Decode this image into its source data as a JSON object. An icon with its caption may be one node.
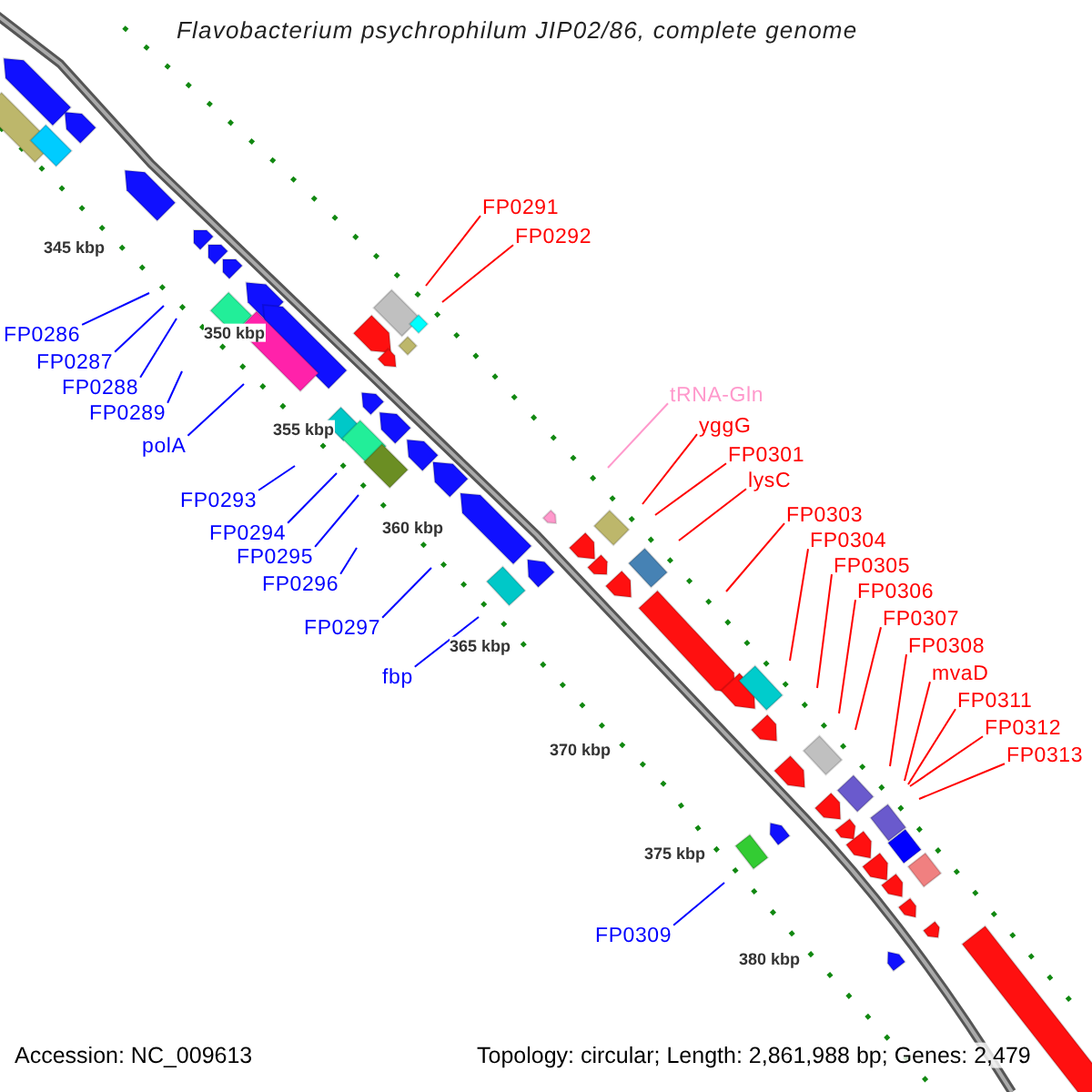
{
  "diagram": {
    "title": "Flavobacterium psychrophilum JIP02/86, complete genome",
    "nodes": [
      {
        "text": [
          "FP0291"
        ]
      },
      {
        "text": [
          "FP0292"
        ]
      },
      {
        "text": [
          "FP0286"
        ]
      },
      {
        "text": [
          "FP0287"
        ]
      },
      {
        "text": [
          "FP0288"
        ]
      },
      {
        "text": [
          "tRNA-Gln"
        ]
      },
      {
        "text": [
          "FP0289"
        ]
      },
      {
        "text": [
          "yggG"
        ]
      },
      {
        "text": [
          "polA"
        ]
      },
      {
        "text": [
          "FP0301"
        ]
      },
      {
        "text": [
          "lysC"
        ]
      },
      {
        "text": [
          "FP0303"
        ]
      },
      {
        "text": [
          "FP0293"
        ]
      },
      {
        "text": [
          "FP0294"
        ]
      },
      {
        "text": [
          "FP0304"
        ]
      },
      {
        "text": [
          "FP0295"
        ]
      },
      {
        "text": [
          "FP0305"
        ]
      },
      {
        "text": [
          "FP0296"
        ]
      },
      {
        "text": [
          "FP0306"
        ]
      },
      {
        "text": [
          "FP0307"
        ]
      },
      {
        "text": [
          "FP0297"
        ]
      },
      {
        "text": [
          "FP0308"
        ]
      },
      {
        "text": [
          "mvaD"
        ]
      },
      {
        "text": [
          "fbp"
        ]
      },
      {
        "text": [
          "FP0311"
        ]
      },
      {
        "text": [
          "FP0312"
        ]
      },
      {
        "text": [
          "FP0313"
        ]
      },
      {
        "text": [
          "FP0309"
        ]
      }
    ],
    "edges": [
      {
        "from": 0,
        "to": null,
        "arrow": "none"
      },
      {
        "from": 1,
        "to": null,
        "arrow": "none"
      },
      {
        "from": 2,
        "to": null,
        "arrow": "none",
        "color": "#0000ff"
      },
      {
        "from": 3,
        "to": null,
        "arrow": "none",
        "color": "#0000ff"
      },
      {
        "from": 4,
        "to": null,
        "arrow": "none",
        "color": "#0000ff"
      },
      {
        "from": 5,
        "to": null,
        "arrow": "none",
        "color": "#ff99cc"
      },
      {
        "from": 6,
        "to": null,
        "arrow": "none",
        "color": "#0000ff"
      },
      {
        "from": 7,
        "to": null,
        "arrow": "none"
      },
      {
        "from": 8,
        "to": null,
        "arrow": "none",
        "color": "#0000ff"
      },
      {
        "from": 9,
        "to": null,
        "arrow": "none"
      },
      {
        "from": 10,
        "to": null,
        "arrow": "none"
      },
      {
        "from": 11,
        "to": null,
        "arrow": "none"
      },
      {
        "from": 12,
        "to": null,
        "arrow": "none",
        "color": "#0000ff"
      },
      {
        "from": 13,
        "to": null,
        "arrow": "none",
        "color": "#0000ff"
      },
      {
        "from": 14,
        "to": null,
        "arrow": "none"
      },
      {
        "from": 15,
        "to": null,
        "arrow": "none",
        "color": "#0000ff"
      },
      {
        "from": 16,
        "to": null,
        "arrow": "none"
      },
      {
        "from": 17,
        "to": null,
        "arrow": "none",
        "color": "#0000ff"
      },
      {
        "from": 18,
        "to": null,
        "arrow": "none"
      },
      {
        "from": 19,
        "to": null,
        "arrow": "none"
      },
      {
        "from": 20,
        "to": null,
        "arrow": "none",
        "color": "#0000ff"
      },
      {
        "from": 21,
        "to": null,
        "arrow": "none"
      },
      {
        "from": 22,
        "to": null,
        "arrow": "none"
      },
      {
        "from": 23,
        "to": null,
        "arrow": "none",
        "color": "#0000ff"
      },
      {
        "from": 24,
        "to": null,
        "arrow": "none"
      },
      {
        "from": 25,
        "to": null,
        "arrow": "none"
      },
      {
        "from": 26,
        "to": null,
        "arrow": "none"
      },
      {
        "from": 27,
        "to": null,
        "arrow": "none",
        "color": "#0000ff"
      }
    ],
    "labels": [
      "345 kbp",
      "350 kbp",
      "355 kbp",
      "360 kbp",
      "365 kbp",
      "370 kbp",
      "375 kbp",
      "380 kbp",
      "Accession: NC_009613",
      "Topology: circular; Length: 2,861,988 bp; Genes: 2,479"
    ]
  }
}
